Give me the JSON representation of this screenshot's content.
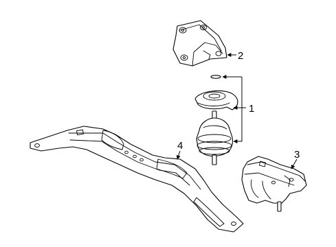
{
  "callouts": {
    "engine_mount": "1",
    "mount_bracket": "2",
    "transmission_mount": "3",
    "crossmember": "4"
  }
}
